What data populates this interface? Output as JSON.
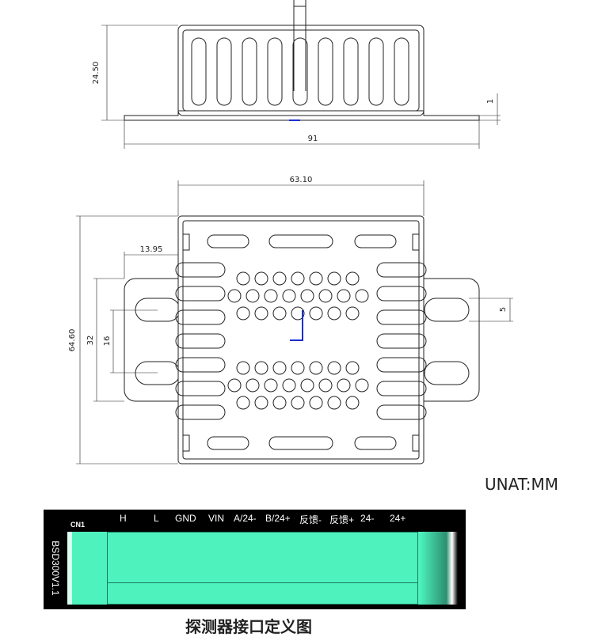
{
  "dimensions": {
    "side_height": "24.50",
    "side_width": "91",
    "side_flange": "1",
    "top_width": "63.10",
    "top_height": "64.60",
    "top_offset": "13.95",
    "top_span_outer": "32",
    "top_span_inner": "16",
    "top_slot": "5"
  },
  "unit_label": "UNAT:MM",
  "pcb": {
    "model": "BSD300V1.1",
    "connector": "CN1",
    "pins": [
      "H",
      "L",
      "GND",
      "VIN",
      "A/24-",
      "B/24+",
      "反馈-",
      "反馈+",
      "24-",
      "24+"
    ]
  },
  "caption": "探测器接口定义图",
  "colors": {
    "line": "#222222",
    "board": "#4ef2bd",
    "marker": "#1c2fcf"
  }
}
